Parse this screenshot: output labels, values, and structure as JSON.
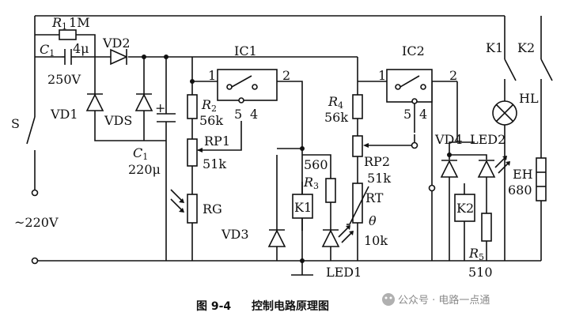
{
  "labels": {
    "r1": "R",
    "r1_sub": "1",
    "r1_val": "1M",
    "c1_top": "C",
    "c1_top_sub": "1",
    "c1_top_val": "4μ",
    "c1_top_volt": "250V",
    "vd2": "VD2",
    "vd1": "VD1",
    "vds": "VDS",
    "s": "S",
    "mains": "~220V",
    "c1": "C",
    "c1_sub": "1",
    "c1_val": "220μ",
    "ic1": "IC1",
    "ic2": "IC2",
    "ic1_pin1": "1",
    "ic1_pin2": "2",
    "ic1_pin5": "5",
    "ic1_pin4": "4",
    "ic2_pin1": "1",
    "ic2_pin2": "2",
    "ic2_pin5": "5",
    "ic2_pin4": "4",
    "r2": "R",
    "r2_sub": "2",
    "r2_val": "56k",
    "rp1": "RP1",
    "rp1_val": "51k",
    "rg": "RG",
    "r3_val": "560",
    "r3": "R",
    "r3_sub": "3",
    "k1": "K1",
    "vd3": "VD3",
    "led1": "LED1",
    "r4": "R",
    "r4_sub": "4",
    "r4_val": "56k",
    "rp2": "RP2",
    "rp2_val": "51k",
    "rt": "RT",
    "theta": "θ",
    "rt_val": "10k",
    "vd4": "VD4",
    "led2": "LED2",
    "k2": "K2",
    "r5": "R",
    "r5_sub": "5",
    "r5_val": "510",
    "sw_k1": "K1",
    "sw_k2": "K2",
    "hl": "HL",
    "eh": "EH",
    "eh_val": "680"
  },
  "caption": {
    "figure": "图 9-4",
    "title": "控制电路原理图"
  },
  "watermark": "公众号 · 电路一点通"
}
